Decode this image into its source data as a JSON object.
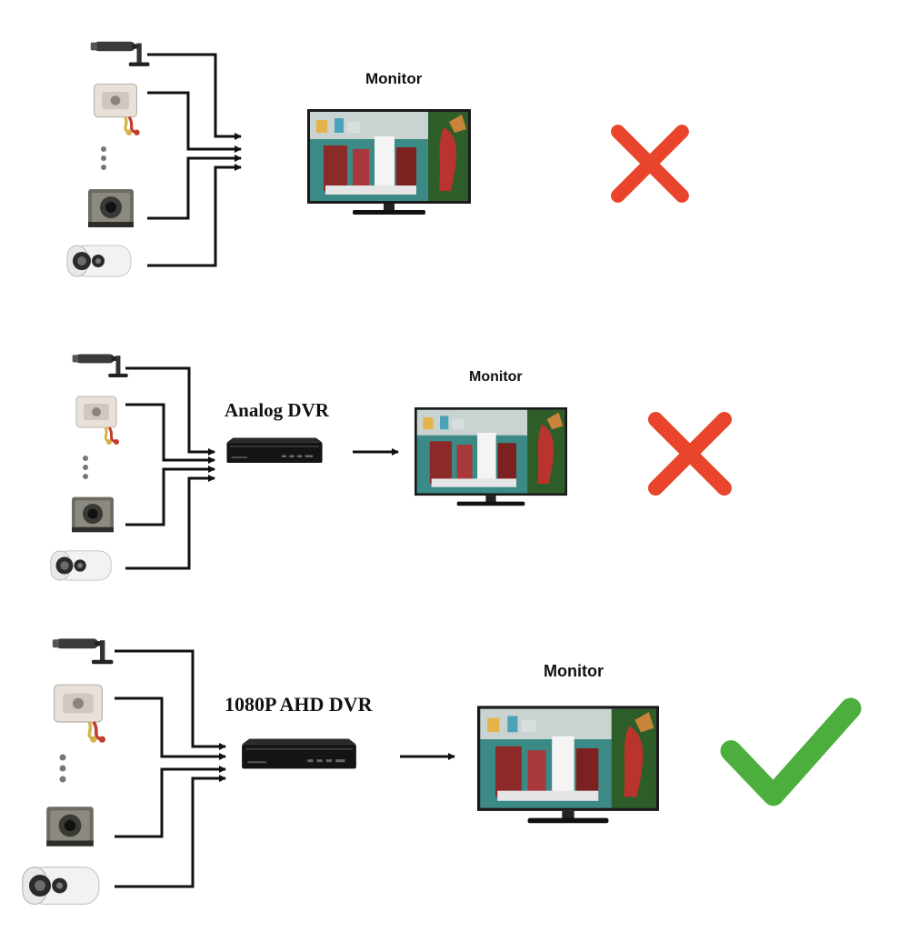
{
  "sections": [
    {
      "dvr_label": "",
      "monitor_label": "Monitor",
      "status": "incompatible",
      "status_icon": "cross-icon"
    },
    {
      "dvr_label": "Analog DVR",
      "monitor_label": "Monitor",
      "status": "incompatible",
      "status_icon": "cross-icon"
    },
    {
      "dvr_label": "1080P AHD DVR",
      "monitor_label": "Monitor",
      "status": "compatible",
      "status_icon": "check-icon"
    }
  ],
  "colors": {
    "cross": "#e8452c",
    "check": "#4cae3d",
    "wire": "#111111"
  }
}
